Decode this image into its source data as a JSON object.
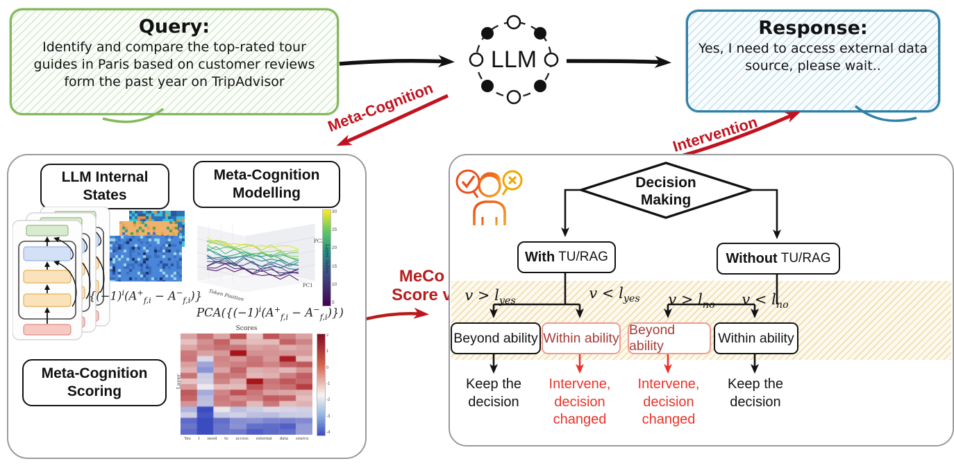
{
  "header": {
    "query": {
      "title": "Query:",
      "body": "Identify and compare the top-rated tour guides in Paris based on customer reviews form the past year on TripAdvisor"
    },
    "llm_label": "LLM",
    "response": {
      "title": "Response:",
      "body": "Yes, I need to access external data source, please wait.."
    },
    "meta_cognition_label": "Meta-Cognition",
    "intervention_label": "Intervention"
  },
  "meco_label": "MeCo\nScore v",
  "left_panel": {
    "box_internal_states": "LLM Internal\nStates",
    "box_modelling": "Meta-Cognition\nModelling",
    "box_scoring": "Meta-Cognition\nScoring",
    "formula_states": "{(−1)^{i}(A^{+}_{f,i} − A^{−}_{f,i})}",
    "formula_pca": "PCA({(−1)^{i}(A^{+}_{f,i} − A^{−}_{f,i})})",
    "pca_plot": {
      "type": "3d-line",
      "xlabel": "Token Position",
      "x2label": "PC1",
      "zlabel": "PC2",
      "colorbar_label": "Layer Index",
      "colorbar_ticks": [
        "30",
        "25",
        "20",
        "15",
        "10",
        "5"
      ]
    },
    "scores_plot": {
      "type": "heatmap",
      "title": "Scores",
      "ylabel": "Layer",
      "x_ticks": [
        "Yes",
        "I",
        "need",
        "to",
        "access",
        "external",
        "data",
        "source"
      ],
      "colorbar_ticks": [
        "2",
        "1",
        "0",
        "-1",
        "-2",
        "-3",
        "-4"
      ]
    }
  },
  "right_panel": {
    "diamond_label": "Decision\nMaking",
    "branch_with": {
      "bold": "With",
      "rest": "TU/RAG"
    },
    "branch_without": {
      "bold": "Without",
      "rest": "TU/RAG"
    },
    "conditions": {
      "c1": "v > l_{yes}",
      "c2": "v < l_{yes}",
      "c3": "v > l_{no}",
      "c4": "v < l_{no}"
    },
    "outcome_boxes": [
      {
        "label": "Beyond ability",
        "style": "black"
      },
      {
        "label": "Within ability",
        "style": "red"
      },
      {
        "label": "Beyond ability",
        "style": "red"
      },
      {
        "label": "Within ability",
        "style": "black"
      }
    ],
    "results": {
      "keep": "Keep the\ndecision",
      "intervene": "Intervene,\ndecision\nchanged"
    }
  },
  "colors": {
    "accent_red": "#c1121f",
    "bright_red": "#e8332a",
    "green_border": "#84b85c",
    "blue_border": "#2e7fa8"
  }
}
